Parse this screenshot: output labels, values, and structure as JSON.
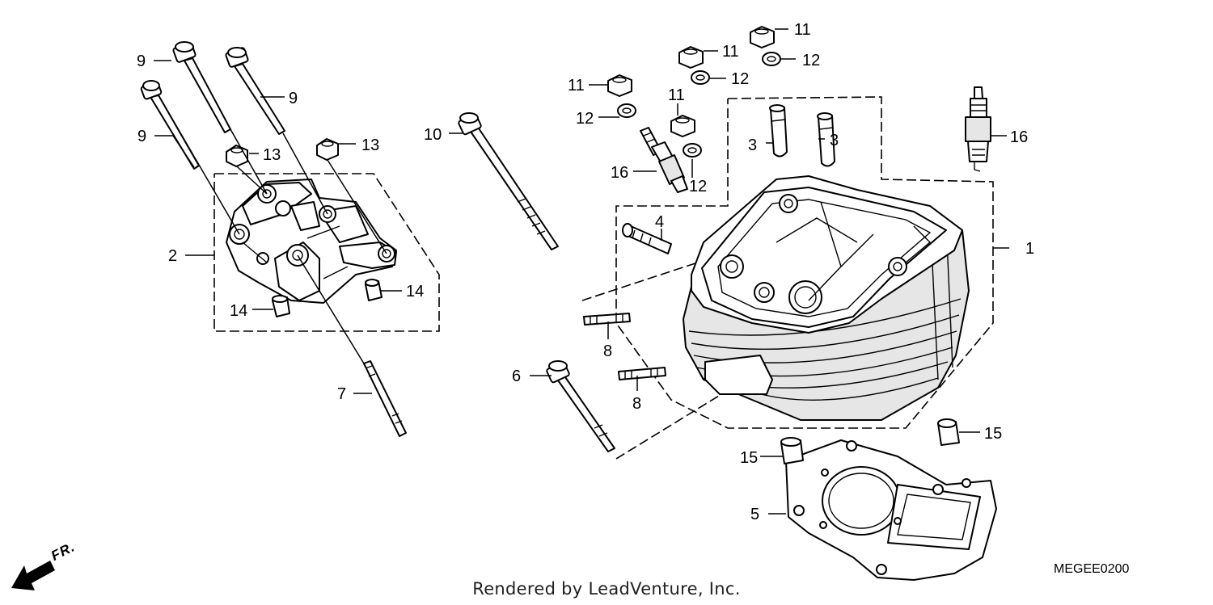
{
  "callouts": {
    "c1": "1",
    "c2": "2",
    "c3a": "3",
    "c3b": "3",
    "c4": "4",
    "c5": "5",
    "c6": "6",
    "c7": "7",
    "c8a": "8",
    "c8b": "8",
    "c9a": "9",
    "c9b": "9",
    "c9c": "9",
    "c10": "10",
    "c11a": "11",
    "c11b": "11",
    "c11c": "11",
    "c11d": "11",
    "c12a": "12",
    "c12b": "12",
    "c12c": "12",
    "c12d": "12",
    "c13a": "13",
    "c13b": "13",
    "c14a": "14",
    "c14b": "14",
    "c15a": "15",
    "c15b": "15",
    "c16a": "16",
    "c16b": "16"
  },
  "direction_marker": "FR.",
  "drawing_code": "MEGEE0200",
  "credit": "Rendered by LeadVenture, Inc."
}
